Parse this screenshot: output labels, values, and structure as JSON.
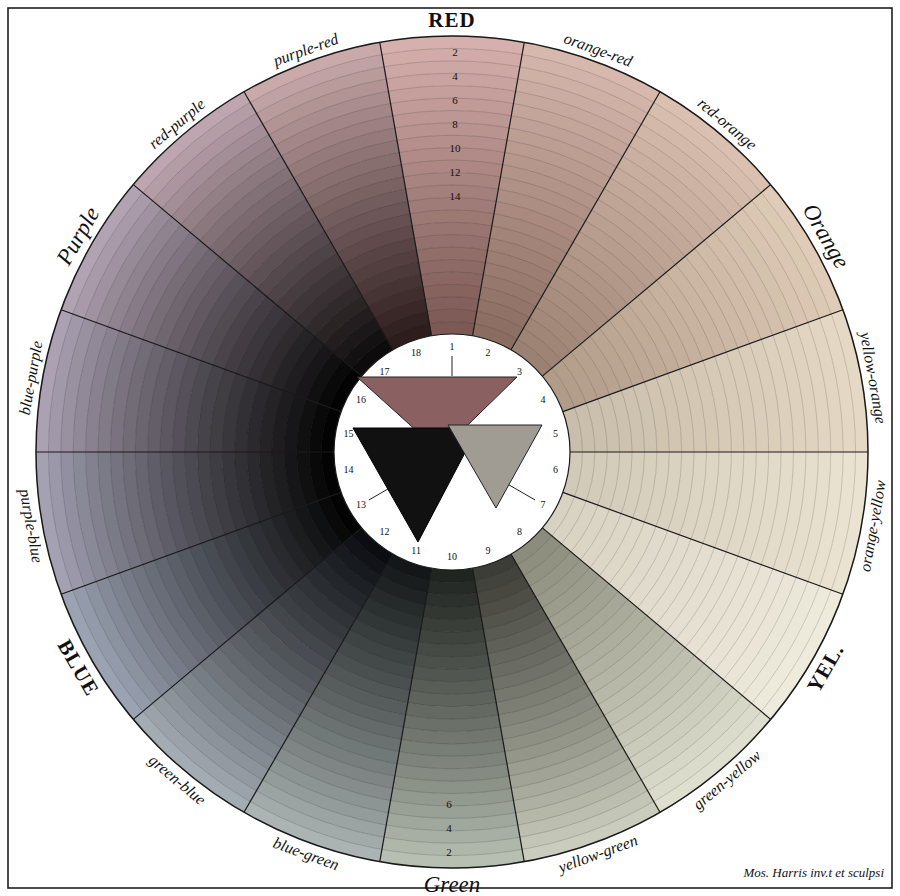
{
  "diagram": {
    "labels": [
      "RED",
      "orange-red",
      "red-orange",
      "Orange",
      "yellow-orange",
      "orange-yellow",
      "YEL.",
      "green-yellow",
      "yellow-green",
      "Green",
      "blue-green",
      "green-blue",
      "BLUE",
      "purple-blue",
      "blue-purple",
      "Purple",
      "red-purple",
      "purple-red",
      "1",
      "2",
      "3",
      "4",
      "5",
      "6",
      "7",
      "8",
      "9",
      "10",
      "11",
      "12",
      "13",
      "14",
      "15",
      "16",
      "17",
      "18",
      "2",
      "4",
      "6",
      "8",
      "10",
      "12",
      "14",
      "2",
      "4",
      "6",
      "Mos. Harris inv.t et sculpsi"
    ]
  }
}
